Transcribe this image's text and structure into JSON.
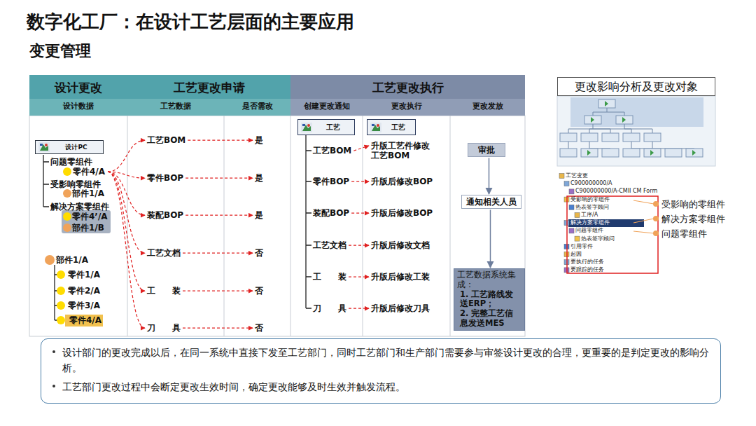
{
  "diagram": {
    "title": "数字化工厂：在设计工艺层面的主要应用",
    "nodes": [
      {
        "text": [
          "设计更改",
          "设计数据"
        ]
      },
      {
        "text": [
          "工艺更改申请",
          "工艺数据",
          "是否需改"
        ]
      },
      {
        "text": [
          "工艺更改执行",
          "创建更改通知",
          "更改执行",
          "更改发放"
        ]
      },
      {
        "text": [
          "设计PC"
        ]
      },
      {
        "text": [
          "工艺"
        ]
      },
      {
        "text": [
          "工艺"
        ]
      },
      {
        "text": [
          "审批"
        ]
      },
      {
        "text": [
          "通知相关人员"
        ]
      },
      {
        "text": [
          "工艺数据系统集成：",
          "1. 工艺路线发送ERP；",
          "2. 完整工艺信息发送MES"
        ]
      },
      {
        "text": [
          "更改影响分析及更改对象"
        ]
      },
      {
        "text": [
          "设计部门的更改完成以后，在同一系统中直接下发至工艺部门，同时工艺部门和生产部门需要参与审签设计更改的合理，更重要的是判定更改的影响分析。",
          "工艺部门更改过程中会断定更改生效时间，确定更改能够及时生效并触发流程。"
        ]
      }
    ],
    "edges": [
      {
        "from": 6,
        "to": 7,
        "arrow": "to"
      },
      {
        "from": 7,
        "to": 8,
        "arrow": "to"
      }
    ],
    "labels": [
      "变更管理",
      "问题零组件",
      "零件4/A",
      "受影响零组件",
      "部件1/A",
      "解决方案零组件",
      "零件4’/A",
      "部件1/B",
      "部件1/A",
      "零件1/A",
      "零件2/A",
      "零件3/A",
      "零件4/A",
      "工艺BOM",
      "零件BOP",
      "装配BOP",
      "工艺文档",
      "工　　装",
      "刀　　具",
      "是",
      "是",
      "是",
      "否",
      "否",
      "否",
      "工艺BOM",
      "零件BOP",
      "装配BOP",
      "工艺文档",
      "工　　装",
      "刀　　具",
      "升版工艺件修改工艺BOM",
      "升版后修改BOP",
      "升版后修改BOP",
      "升版后修改文档",
      "升版后修改工装",
      "升版后修改刀具",
      "工艺变更",
      "C900000000/A",
      "C900000000/A-CMII CM Form",
      "受影响的零组件",
      "热表签字顾问",
      "工序/A",
      "解决方案零组件",
      "问题零组件",
      "热表签字顾问",
      "引用零件",
      "起因",
      "要执行的任务",
      "要跟踪的任务",
      "受影响的零组件",
      "解决方案零组件",
      "问题零组件"
    ]
  }
}
